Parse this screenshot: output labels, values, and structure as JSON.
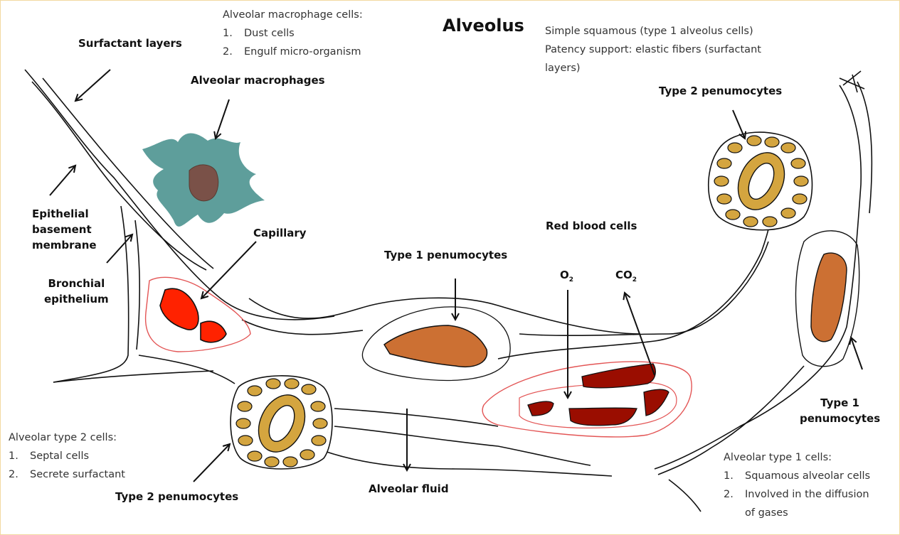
{
  "title": "Alveolus",
  "header_notes": [
    "Simple squamous (type 1 alveolus cells)",
    "Patency support: elastic fibers (surfactant",
    "layers)"
  ],
  "macrophage_notes": {
    "heading": "Alveolar macrophage cells:",
    "items": [
      {
        "num": "1.",
        "text": "Dust cells"
      },
      {
        "num": "2.",
        "text": "Engulf micro-organism"
      }
    ]
  },
  "type2_notes": {
    "heading": "Alveolar type 2 cells:",
    "items": [
      {
        "num": "1.",
        "text": "Septal cells"
      },
      {
        "num": "2.",
        "text": "Secrete surfactant"
      }
    ]
  },
  "type1_notes": {
    "heading": "Alveolar type 1 cells:",
    "items": [
      {
        "num": "1.",
        "text": "Squamous alveolar cells"
      },
      {
        "num": "2.",
        "text": "Involved in the diffusion"
      },
      {
        "num": "",
        "text": "of gases"
      }
    ]
  },
  "labels": {
    "surfactant_layers": "Surfactant layers",
    "alveolar_macrophages": "Alveolar macrophages",
    "epithelial_basement_membrane": [
      "Epithelial",
      "basement",
      "membrane"
    ],
    "bronchial_epithelium": [
      "Bronchial",
      "epithelium"
    ],
    "capillary": "Capillary",
    "type1_center": "Type 1 penumocytes",
    "red_blood_cells": "Red blood cells",
    "o2": {
      "base": "O",
      "sub": "2"
    },
    "co2": {
      "base": "CO",
      "sub": "2"
    },
    "type2_top_right": "Type 2 penumocytes",
    "type1_right": [
      "Type 1",
      "penumocytes"
    ],
    "type2_bottom": "Type 2 penumocytes",
    "alveolar_fluid": "Alveolar fluid"
  },
  "colors": {
    "macrophage_body": "#5e9e9b",
    "macrophage_nucleus": "#7a5148",
    "capillary_rbc": "#ff2200",
    "capillary_outline": "#e35555",
    "type1_cell": "#cc7033",
    "rbc_dark": "#9a0d00",
    "type2_granule": "#d4a53f",
    "type2_ring": "#c99a3b"
  }
}
